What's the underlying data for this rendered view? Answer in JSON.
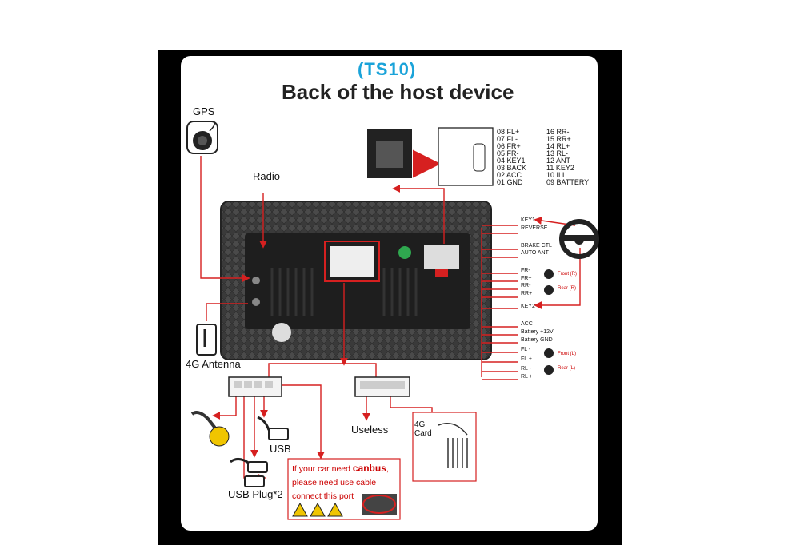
{
  "header": {
    "model": "(TS10)",
    "title": "Back of the host device"
  },
  "labels": {
    "gps": "GPS",
    "radio": "Radio",
    "antenna_4g": "4G Antenna",
    "usb": "USB",
    "usb_plug": "USB Plug*2",
    "useless": "Useless",
    "card_4g": "4G\nCard"
  },
  "pinout": {
    "left": [
      "08 FL+",
      "07 FL-",
      "06 FR+",
      "05 FR-",
      "04 KEY1",
      "03 BACK",
      "02 ACC",
      "01 GND"
    ],
    "right": [
      "16 RR-",
      "15 RR+",
      "14 RL+",
      "13 RL-",
      "12 ANT",
      "11 KEY2",
      "10 ILL",
      "09 BATTERY"
    ]
  },
  "wires": {
    "top": [
      "KEY1",
      "REVERSE",
      "BRAKE CTL",
      "AUTO ANT",
      "FR-",
      "FR+",
      "RR-",
      "RR+",
      "KEY2"
    ],
    "bottom": [
      "ACC",
      "Battery +12V",
      "Battery GND",
      "FL -",
      "FL +",
      "RL -",
      "RL +"
    ]
  },
  "speakers": [
    "Front (R)",
    "Rear (R)",
    "Front (L)",
    "Rear (L)"
  ],
  "canbus_note": {
    "line1_pre": "If your car need ",
    "line1_bold": "canbus",
    "line1_post": ",",
    "line2": "please need use cable",
    "line3": "connect this port"
  },
  "colors": {
    "accent": "#1aa3d9",
    "wire": "#d62020"
  }
}
